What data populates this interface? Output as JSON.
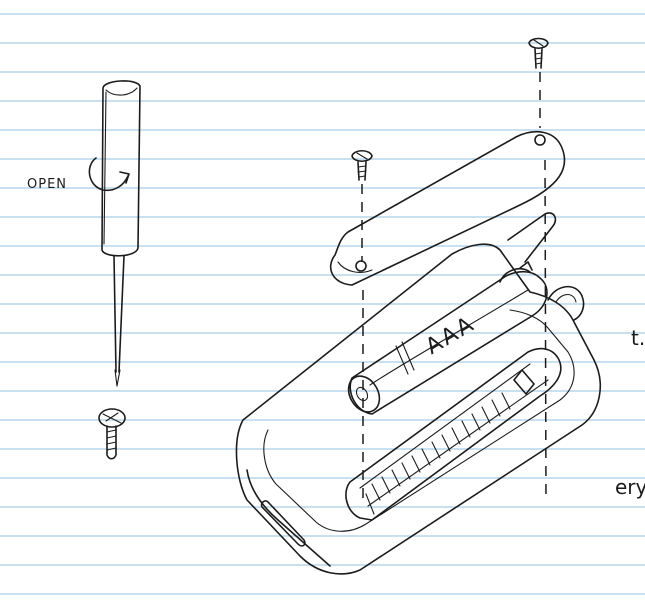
{
  "labels": {
    "open": "OPEN",
    "battery": "AAA"
  },
  "fragments": {
    "right_edge_1": "t.",
    "right_edge_2": "ery"
  },
  "colors": {
    "paper": "#ffffff",
    "ruled_line": "#a9cde8",
    "ink": "#1c1c1c"
  }
}
